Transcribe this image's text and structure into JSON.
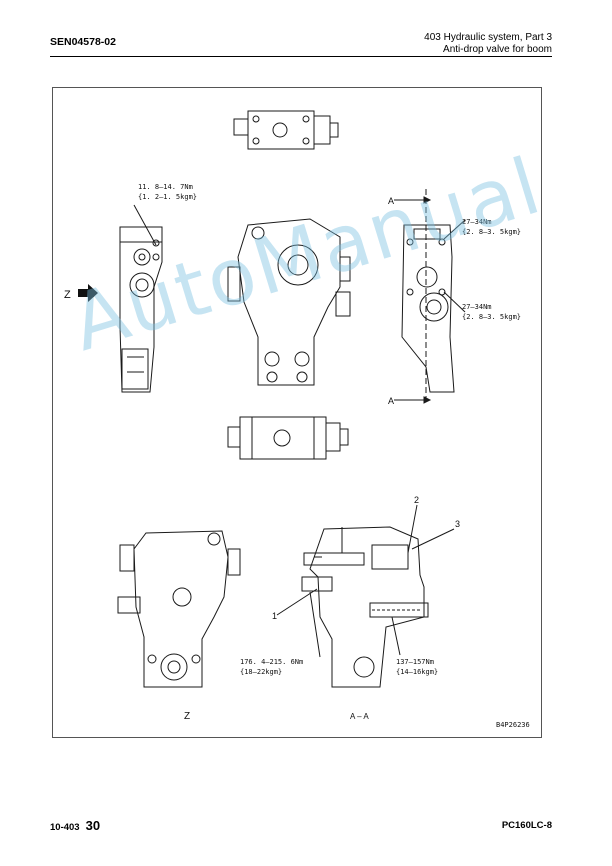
{
  "header": {
    "doc_id": "SEN04578-02",
    "section_line1": "403 Hydraulic system, Part 3",
    "section_line2": "Anti-drop valve for boom"
  },
  "figure": {
    "torque_1_nm": "11. 8–14. 7Nm",
    "torque_1_kgm": "{1. 2–1. 5kgm}",
    "torque_2_nm": "27–34Nm",
    "torque_2_kgm": "{2. 8–3. 5kgm}",
    "torque_3_nm": "27–34Nm",
    "torque_3_kgm": "{2. 8–3. 5kgm}",
    "torque_4_nm": "176. 4–215. 6Nm",
    "torque_4_kgm": "{18–22kgm}",
    "torque_5_nm": "137–157Nm",
    "torque_5_kgm": "{14–16kgm}",
    "section_mark_top": "A",
    "section_mark_bottom": "A",
    "view_arrow_label": "Z",
    "view_z_caption": "Z",
    "view_aa_caption": "A – A",
    "callout_1": "1",
    "callout_2": "2",
    "callout_3": "3",
    "figure_code": "B4P26236"
  },
  "watermark": "AutoManual",
  "footer": {
    "section_code": "10-403",
    "page_number": "30",
    "model": "PC160LC-8"
  }
}
